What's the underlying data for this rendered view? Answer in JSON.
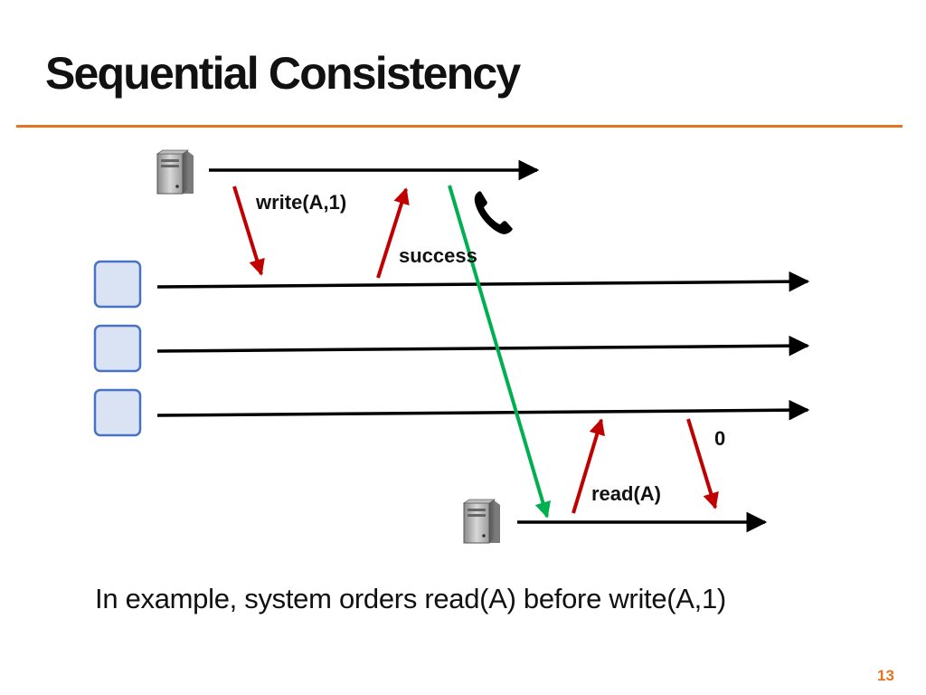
{
  "slide": {
    "title": "Sequential Consistency",
    "caption": "In example, system orders read(A) before write(A,1)",
    "page_number": "13"
  },
  "diagram": {
    "client_top_icon": "server-icon",
    "client_bottom_icon": "server-icon",
    "replica_icon": "replica-box-icon",
    "phone_icon": "phone-icon",
    "labels": {
      "write": "write(A,1)",
      "success": "success",
      "zero": "0",
      "read": "read(A)"
    }
  },
  "colors": {
    "accent_rule": "#e8731e",
    "request_arrow": "#c00000",
    "ordering_arrow": "#00b050",
    "timeline": "#000000",
    "replica_fill": "#dae3f3",
    "replica_border": "#4a72c4",
    "page_number": "#e8731e"
  }
}
